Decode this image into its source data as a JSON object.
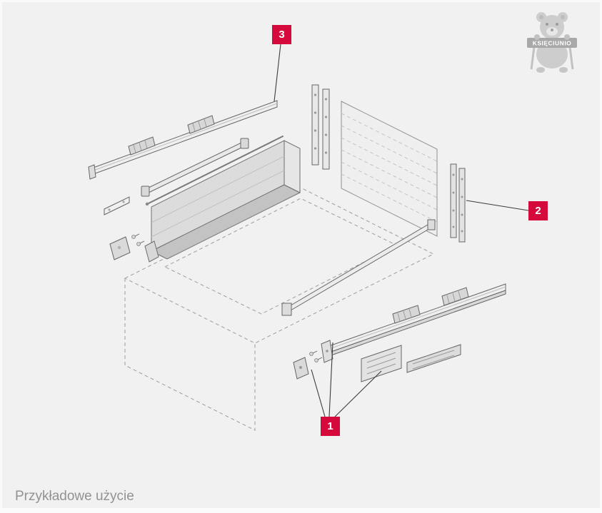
{
  "page": {
    "caption": "Przykładowe użycie",
    "background_color": "#f1f1f2"
  },
  "watermark": {
    "brand": "KSIĘCIUNIO"
  },
  "callouts": {
    "label_1": "1",
    "label_2": "2",
    "label_3": "3",
    "accent_color": "#d6093c",
    "text_color": "#ffffff"
  },
  "diagram": {
    "line_color": "#5f5f5f",
    "dashed_color": "#a0a0a0",
    "panel_fill": "#e9e9e9"
  }
}
